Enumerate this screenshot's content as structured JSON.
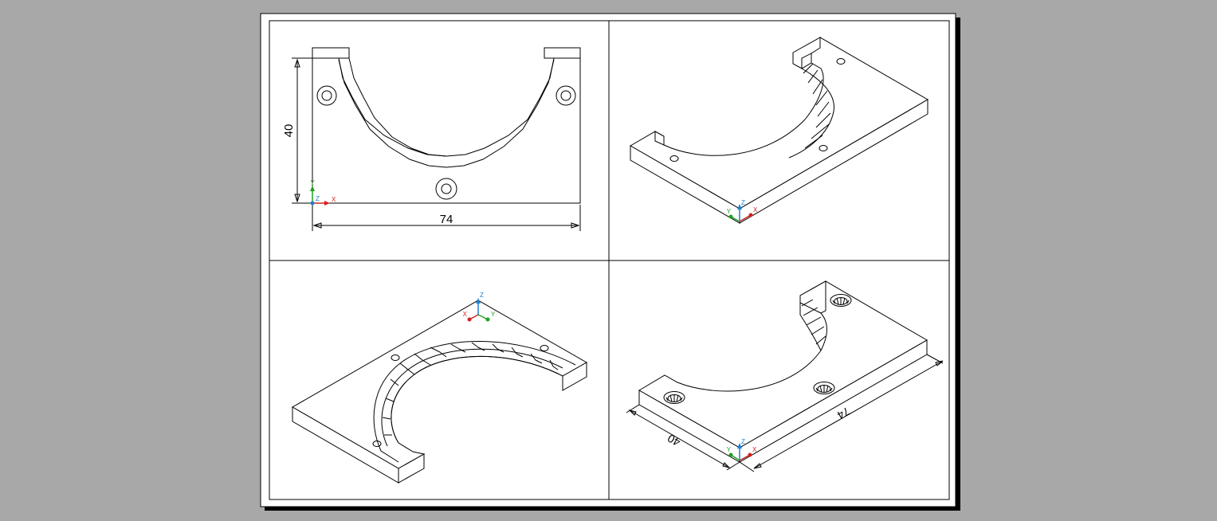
{
  "drawing": {
    "viewports": [
      {
        "name": "top-view",
        "view": "top"
      },
      {
        "name": "iso-view-ne",
        "view": "isometric"
      },
      {
        "name": "iso-view-sw",
        "view": "isometric"
      },
      {
        "name": "iso-view-dimensioned",
        "view": "isometric"
      }
    ],
    "dimensions": {
      "width_label": "74",
      "height_label": "40"
    },
    "ucs_axes": {
      "x_label": "X",
      "y_label": "Y",
      "z_label": "Z"
    },
    "colors": {
      "background": "#a8a8a8",
      "sheet": "#ffffff",
      "linework": "#000000",
      "axis_x": "#d02020",
      "axis_y": "#20a020",
      "axis_z": "#1e7fd0"
    }
  }
}
